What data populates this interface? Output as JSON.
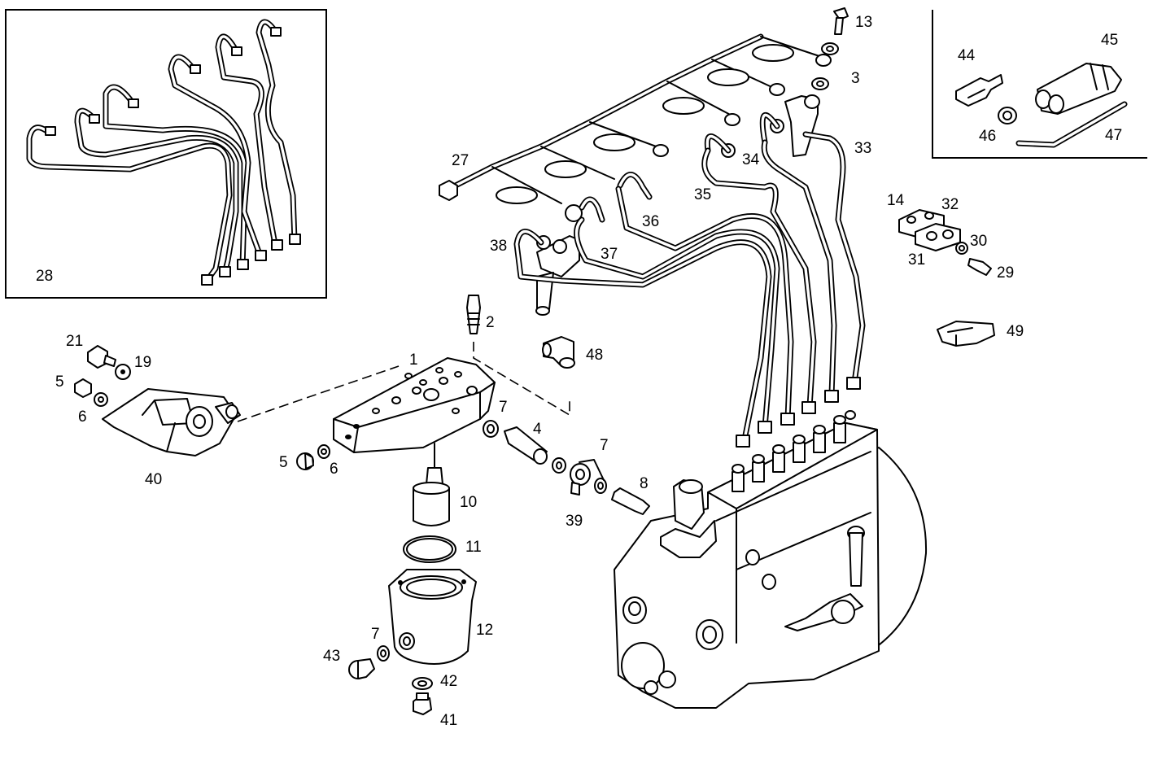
{
  "callouts": {
    "c1": "1",
    "c2": "2",
    "c3": "3",
    "c4": "4",
    "c5a": "5",
    "c5b": "5",
    "c6a": "6",
    "c6b": "6",
    "c7a": "7",
    "c7b": "7",
    "c7c": "7",
    "c8": "8",
    "c10": "10",
    "c11": "11",
    "c12": "12",
    "c13": "13",
    "c14": "14",
    "c19": "19",
    "c21": "21",
    "c27": "27",
    "c28": "28",
    "c29": "29",
    "c30": "30",
    "c31": "31",
    "c32": "32",
    "c33": "33",
    "c34": "34",
    "c35": "35",
    "c36": "36",
    "c37": "37",
    "c38": "38",
    "c39": "39",
    "c40": "40",
    "c41": "41",
    "c42": "42",
    "c43": "43",
    "c44": "44",
    "c45": "45",
    "c46": "46",
    "c47": "47",
    "c48": "48",
    "c49": "49"
  }
}
